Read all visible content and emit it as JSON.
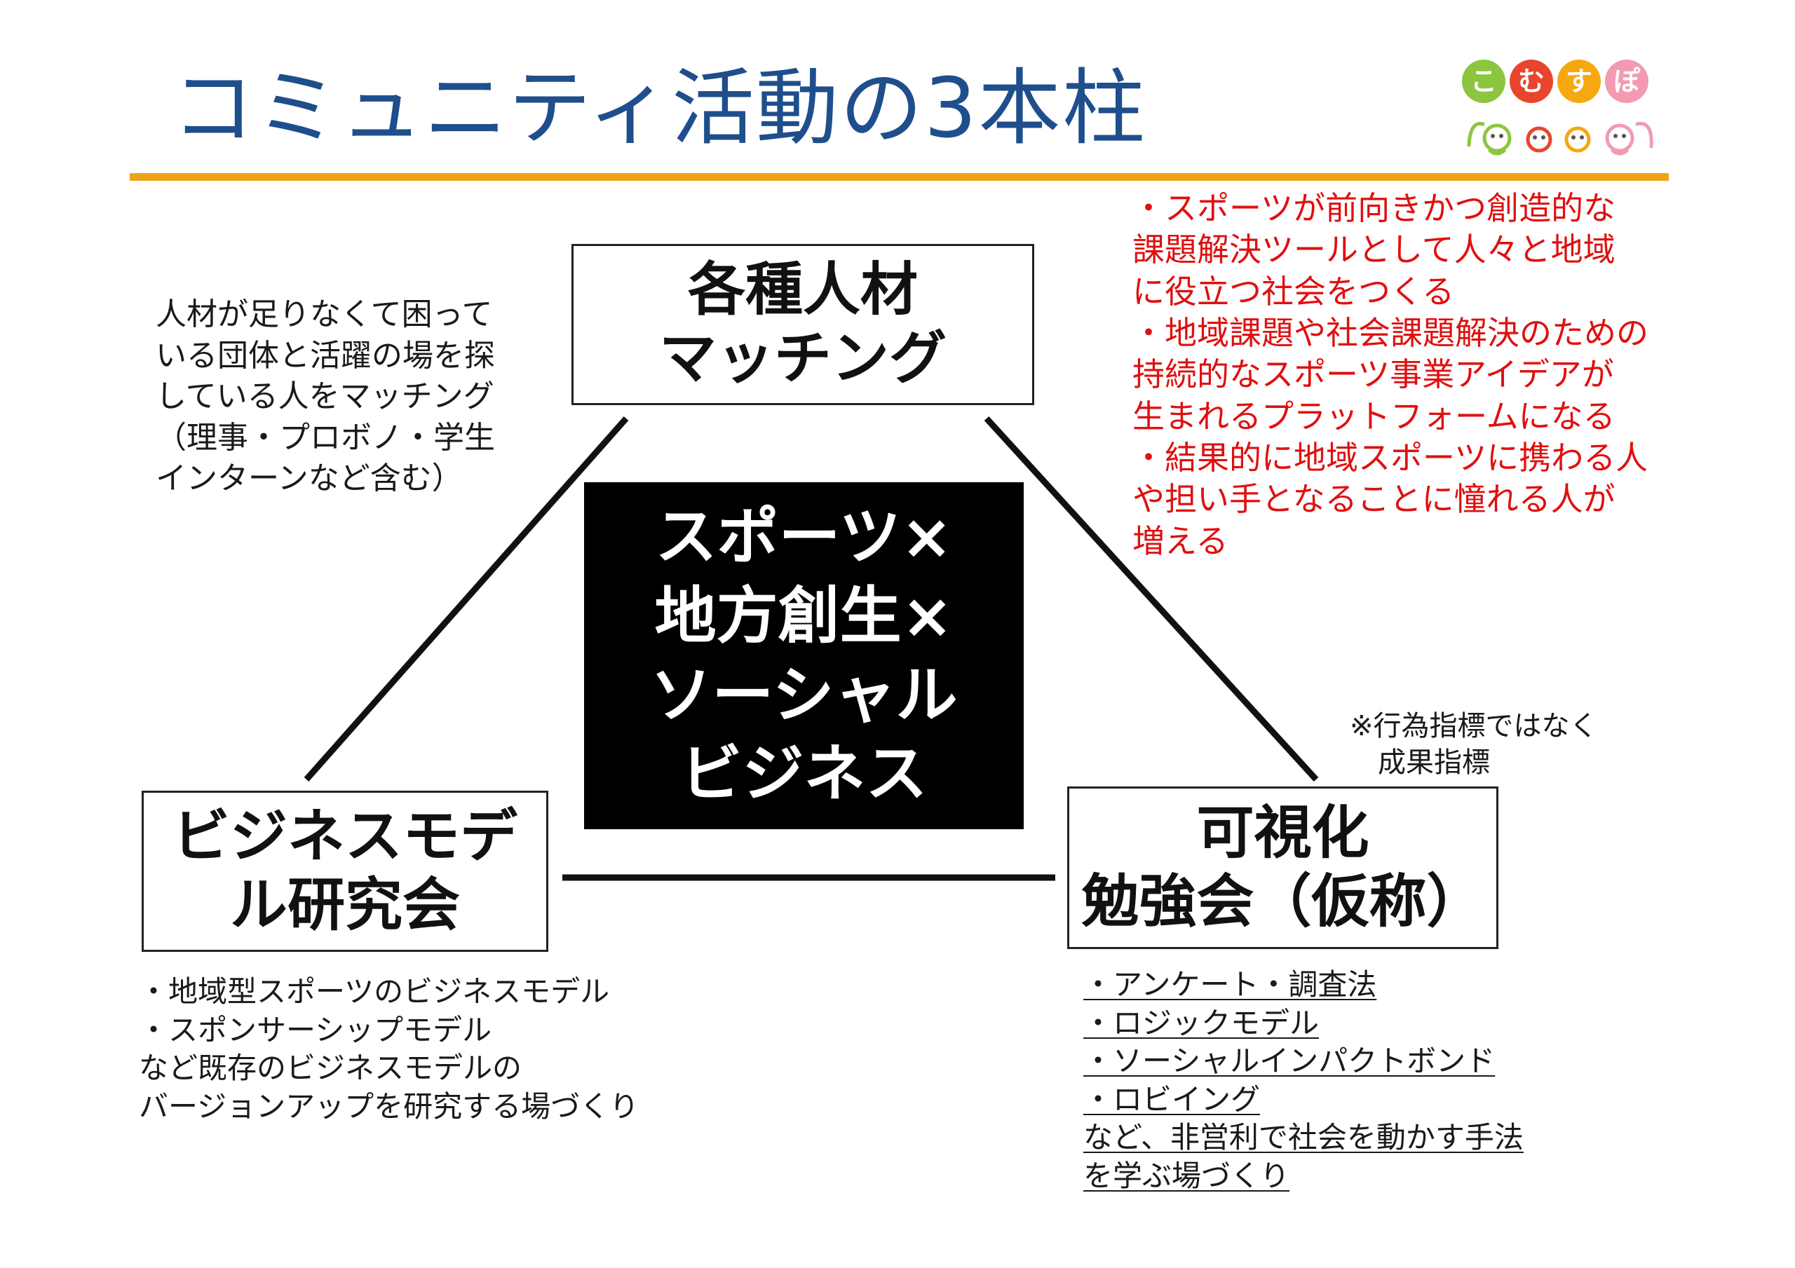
{
  "title": "コミュニティ活動の3本柱",
  "logo": {
    "chars": [
      "こ",
      "む",
      "す",
      "ぽ"
    ],
    "char_colors": [
      "#8cc63f",
      "#e8452c",
      "#f7a70f",
      "#f29ab2"
    ],
    "accent": "#f0a21d"
  },
  "colors": {
    "title": "#1f4e8c",
    "rule": "#f0a21d",
    "red_text": "#e01010"
  },
  "top_box": {
    "lines": [
      "各種人材",
      "マッチング"
    ]
  },
  "left_box": {
    "lines": [
      "ビジネスモデ",
      "ル研究会"
    ]
  },
  "right_box": {
    "lines": [
      "可視化",
      "勉強会（仮称）"
    ]
  },
  "center_box": {
    "lines": [
      "スポーツ×",
      "地方創生×",
      "ソーシャル",
      "ビジネス"
    ]
  },
  "top_left_note": {
    "lines": [
      "人材が足りなくて困って",
      "いる団体と活躍の場を探",
      "している人をマッチング",
      "（理事・プロボノ・学生",
      "インターンなど含む）"
    ]
  },
  "red_note": {
    "lines": [
      "・スポーツが前向きかつ創造的な",
      "課題解決ツールとして人々と地域",
      "に役立つ社会をつくる",
      "・地域課題や社会課題解決のための",
      "持続的なスポーツ事業アイデアが",
      "生まれるプラットフォームになる",
      "・結果的に地域スポーツに携わる人",
      "や担い手となることに憧れる人が",
      "増える"
    ]
  },
  "metric_note": {
    "lines": [
      "※行為指標ではなく",
      "　成果指標"
    ]
  },
  "bottom_left_note": {
    "lines": [
      "・地域型スポーツのビジネスモデル",
      "・スポンサーシップモデル",
      "など既存のビジネスモデルの",
      "バージョンアップを研究する場づくり"
    ]
  },
  "bottom_right_note": {
    "lines": [
      "・アンケート・調査法",
      "・ロジックモデル",
      "・ソーシャルインパクトボンド",
      "・ロビイング",
      "など、非営利で社会を動かす手法",
      "を学ぶ場づくり"
    ]
  }
}
